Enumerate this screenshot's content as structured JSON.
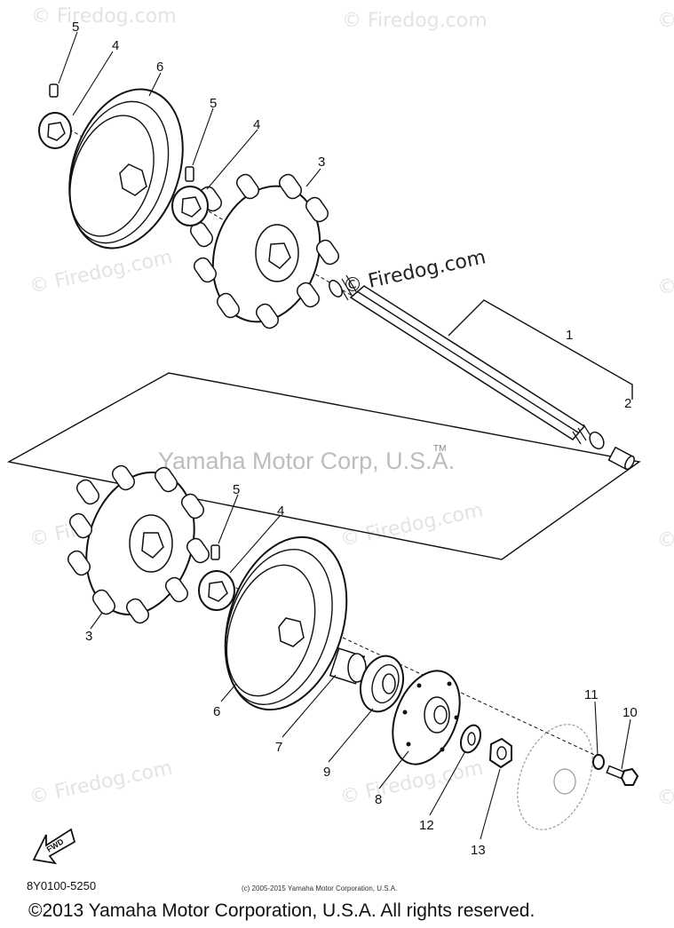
{
  "diagram": {
    "diagram_code": "8Y0100-5250",
    "copyright_small": "(c) 2005-2015 Yamaha Motor Corporation, U.S.A.",
    "copyright_footer": "©2013 Yamaha Motor Corporation, U.S.A. All rights reserved.",
    "watermark_brand": "© Firedog.com",
    "watermark_company": "Yamaha Motor Corp, U.S.A.",
    "trademark": "TM",
    "fwd_label": "FWD",
    "part_labels": {
      "p1": "1",
      "p2": "2",
      "p3_top": "3",
      "p3_bottom": "3",
      "p4_a": "4",
      "p4_b": "4",
      "p4_c": "4",
      "p5_a": "5",
      "p5_b": "5",
      "p5_c": "5",
      "p6_top": "6",
      "p6_bottom": "6",
      "p7": "7",
      "p8": "8",
      "p9": "9",
      "p10": "10",
      "p11": "11",
      "p12": "12",
      "p13": "13"
    }
  }
}
